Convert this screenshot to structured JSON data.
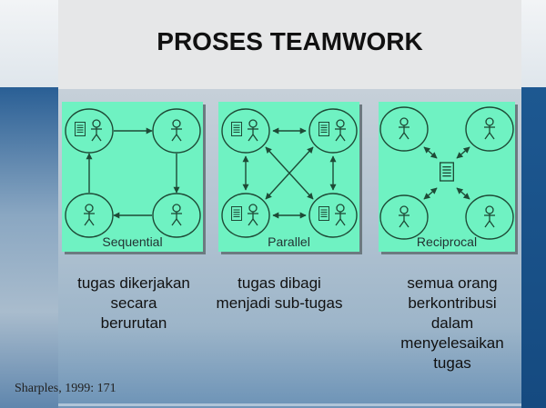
{
  "title": "PROSES TEAMWORK",
  "panels": [
    {
      "label": "Sequential",
      "description": [
        "tugas dikerjakan",
        "secara",
        "berurutan"
      ]
    },
    {
      "label": "Parallel",
      "description": [
        "tugas dibagi",
        "menjadi sub-tugas"
      ]
    },
    {
      "label": "Reciprocal",
      "description": [
        "semua orang",
        "berkontribusi",
        "dalam",
        "menyelesaikan",
        "tugas"
      ]
    }
  ],
  "citation": "Sharples, 1999: 171",
  "colors": {
    "panel": "#6ff2c2",
    "stroke": "#1e4a36",
    "title_band": "#e6e7e8",
    "accent_blue": "#1d5891"
  }
}
